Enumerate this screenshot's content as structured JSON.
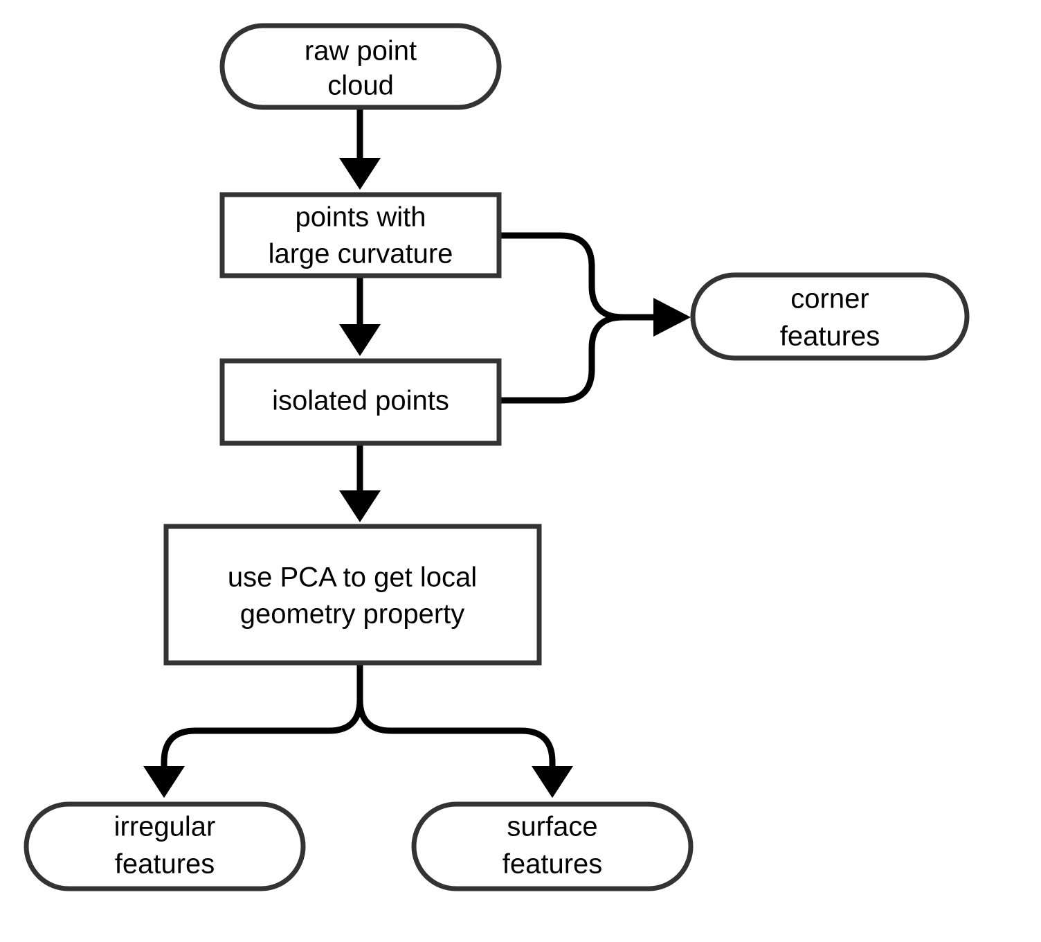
{
  "diagram": {
    "title": "point cloud feature extraction flowchart",
    "type": "flowchart",
    "background_color": "#ffffff",
    "node_stroke_color": "#333333",
    "node_fill_color": "#ffffff",
    "edge_color": "#000000",
    "text_color": "#000000",
    "nodes": [
      {
        "id": "raw-point-cloud",
        "shape": "stadium",
        "lines": [
          "raw  point",
          "cloud"
        ]
      },
      {
        "id": "points-with-large-curvature",
        "shape": "rectangle",
        "lines": [
          "points with",
          "large curvature"
        ]
      },
      {
        "id": "isolated-points",
        "shape": "rectangle",
        "lines": [
          "isolated points"
        ]
      },
      {
        "id": "corner-features",
        "shape": "stadium",
        "lines": [
          "corner",
          "features"
        ]
      },
      {
        "id": "use-pca-to-get-local-geometry-property",
        "shape": "rectangle",
        "lines": [
          "use PCA to get local",
          "geometry property"
        ]
      },
      {
        "id": "irregular-features",
        "shape": "stadium",
        "lines": [
          "irregular",
          "features"
        ]
      },
      {
        "id": "surface-features",
        "shape": "stadium",
        "lines": [
          "surface",
          "features"
        ]
      }
    ],
    "edges": [
      {
        "from": "raw-point-cloud",
        "to": "points-with-large-curvature",
        "label": ""
      },
      {
        "from": "points-with-large-curvature",
        "to": "isolated-points",
        "label": ""
      },
      {
        "from": "points-with-large-curvature",
        "to": "corner-features",
        "label": ""
      },
      {
        "from": "isolated-points",
        "to": "corner-features",
        "label": ""
      },
      {
        "from": "isolated-points",
        "to": "use-pca-to-get-local-geometry-property",
        "label": ""
      },
      {
        "from": "use-pca-to-get-local-geometry-property",
        "to": "irregular-features",
        "label": ""
      },
      {
        "from": "use-pca-to-get-local-geometry-property",
        "to": "surface-features",
        "label": ""
      }
    ]
  }
}
